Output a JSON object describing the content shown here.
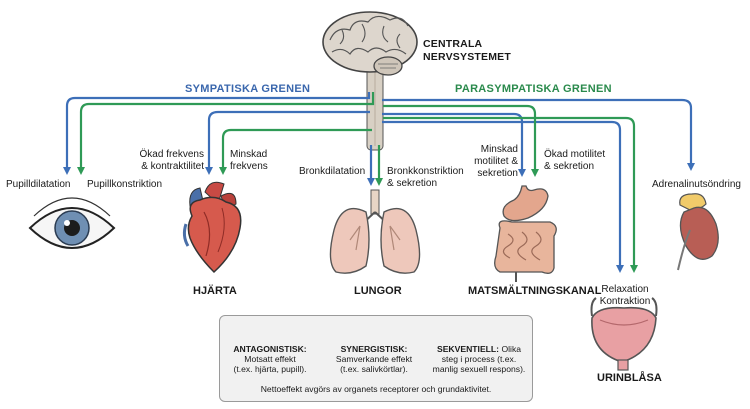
{
  "cns": {
    "line1": "CENTRALA",
    "line2": "NERVSYSTEMET"
  },
  "branches": {
    "sympathetic": "SYMPATISKA GRENEN",
    "parasympathetic": "PARASYMPATISKA GRENEN"
  },
  "eye": {
    "sympathetic": "Pupilldilatation",
    "parasympathetic": "Pupillkonstriktion"
  },
  "heart": {
    "title": "HJÄRTA",
    "sympathetic": [
      "Ökad frekvens",
      "& kontraktilitet"
    ],
    "parasympathetic": [
      "Minskad",
      "frekvens"
    ]
  },
  "lungs": {
    "title": "LUNGOR",
    "sympathetic": "Bronkdilatation",
    "parasympathetic": [
      "Bronkkonstriktion",
      "& sekretion"
    ]
  },
  "digestive": {
    "title": "MATSMÄLTNINGSKANAL",
    "sympathetic": [
      "Minskad",
      "motilitet &",
      "sekretion"
    ],
    "parasympathetic": [
      "Ökad motilitet",
      "& sekretion"
    ]
  },
  "bladder": {
    "title": "URINBLÅSA",
    "labels": [
      "Relaxation",
      "Kontraktion"
    ]
  },
  "adrenal": {
    "label": "Adrenalinutsöndring"
  },
  "legend": {
    "antagonistic": {
      "title": "ANTAGONISTISK:",
      "lines": [
        "Motsatt effekt",
        "(t.ex. hjärta, pupill)."
      ]
    },
    "synergistic": {
      "title": "SYNERGISTISK:",
      "lines": [
        "Samverkande effekt",
        "(t.ex. salivkörtlar)."
      ]
    },
    "sequential": {
      "title": "SEKVENTIELL:",
      "lines": [
        "Olika",
        "steg i process (t.ex.",
        "manlig sexuell respons)."
      ]
    },
    "note": "Nettoeffekt avgörs av organets receptorer och grundaktivitet."
  },
  "colors": {
    "sympathetic": "#3d6fb8",
    "parasympathetic": "#2f9a56",
    "sympathetic_text": "#3a67ad",
    "parasympathetic_text": "#2a8a4c"
  }
}
